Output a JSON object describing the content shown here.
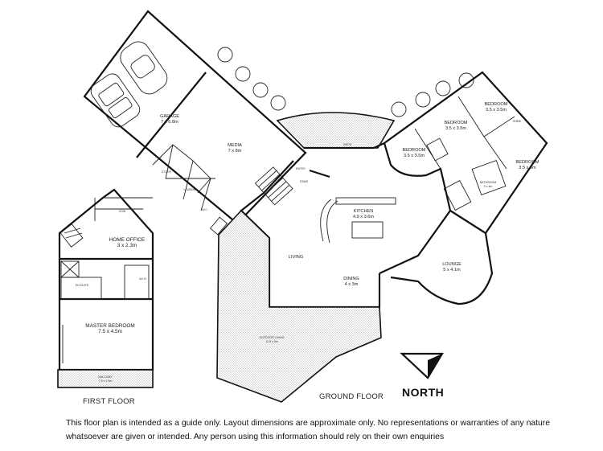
{
  "rooms": {
    "garage": {
      "name": "GARAGE",
      "size": "7 x 6.8m"
    },
    "media": {
      "name": "MEDIA",
      "size": "7 x 8m"
    },
    "store": {
      "name": "STORE"
    },
    "laundry": {
      "name": "LAUNDRY"
    },
    "wc": {
      "name": "W.C."
    },
    "entry": {
      "name": "ENTRY"
    },
    "stair": {
      "name": "STAIR"
    },
    "kitchen": {
      "name": "KITCHEN",
      "size": "4.9 x 3.6m"
    },
    "living": {
      "name": "LIVING"
    },
    "dining": {
      "name": "DINING",
      "size": "4 x 3m"
    },
    "bed1": {
      "name": "BEDROOM",
      "size": "3.5 x 3.5m"
    },
    "bed2": {
      "name": "BEDROOM",
      "size": "3.5 x 3.5m"
    },
    "bed3": {
      "name": "BEDROOM",
      "size": "3.5 x 3.5m"
    },
    "bed4": {
      "name": "BEDROOM",
      "size": "3.5 x 3m"
    },
    "bathroom": {
      "name": "BATHROOM",
      "size": "3 x 4m"
    },
    "lounge": {
      "name": "LOUNGE",
      "size": "5 x 4.1m"
    },
    "outdoor": {
      "name": "OUTDOOR LIVING",
      "size": "11.5 x 5m"
    },
    "deck": {
      "name": "DECK"
    },
    "home_office": {
      "name": "HOME OFFICE",
      "size": "3 x 2.3m"
    },
    "ensuite": {
      "name": "EN SUITE"
    },
    "wir": {
      "name": "W.I.R."
    },
    "void": {
      "name": "VOID"
    },
    "master": {
      "name": "MASTER BEDROOM",
      "size": "7.5 x 4.5m"
    },
    "balcony": {
      "name": "BALCONY",
      "size": "7.5 x 1.5m"
    },
    "robe": {
      "name": "ROBE"
    }
  },
  "labels": {
    "first_floor": "FIRST FLOOR",
    "ground_floor": "GROUND FLOOR",
    "north": "NORTH"
  },
  "disclaimer": {
    "line1": "This floor plan is intended as a guide only. Layout dimensions are approximate only. No representations or warranties of any nature",
    "line2": "whatsoever are given or intended. Any person using this information should rely on their own enquiries"
  }
}
